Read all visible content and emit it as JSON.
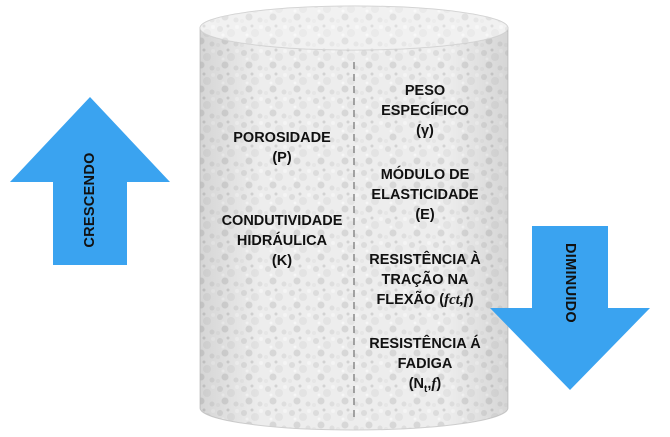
{
  "left_column": {
    "porosity": {
      "line1": "POROSIDADE",
      "line2": "(P)"
    },
    "hydraulic_conductivity": {
      "line1": "CONDUTIVIDADE",
      "line2": "HIDRÁULICA",
      "line3": "(K)"
    }
  },
  "right_column": {
    "specific_weight": {
      "line1": "PESO",
      "line2": "ESPECÍFICO",
      "line3": "(γ)"
    },
    "elastic_modulus": {
      "line1": "MÓDULO DE",
      "line2": "ELASTICIDADE",
      "line3": "(E)"
    },
    "flexural_tensile_strength": {
      "line1": "RESISTÊNCIA À",
      "line2": "TRAÇÃO NA",
      "line3_prefix": "FLEXÃO (",
      "line3_symbol": "fct,f",
      "line3_suffix": ")"
    },
    "fatigue_strength": {
      "line1": "RESISTÊNCIA Á",
      "line2": "FADIGA",
      "line3_prefix": "(N",
      "line3_sub": "t",
      "line3_symbol": "f",
      "line3_suffix": ")"
    }
  },
  "arrows": {
    "increasing": {
      "label": "CRESCENDO",
      "color": "#3aa3f0",
      "direction": "up"
    },
    "decreasing": {
      "label": "DIMINUIDO",
      "color": "#3aa3f0",
      "direction": "down"
    }
  },
  "colors": {
    "cylinder_fill": "#ececec",
    "cylinder_texture": "#d6d6d6",
    "divider": "#7a7a7a"
  }
}
